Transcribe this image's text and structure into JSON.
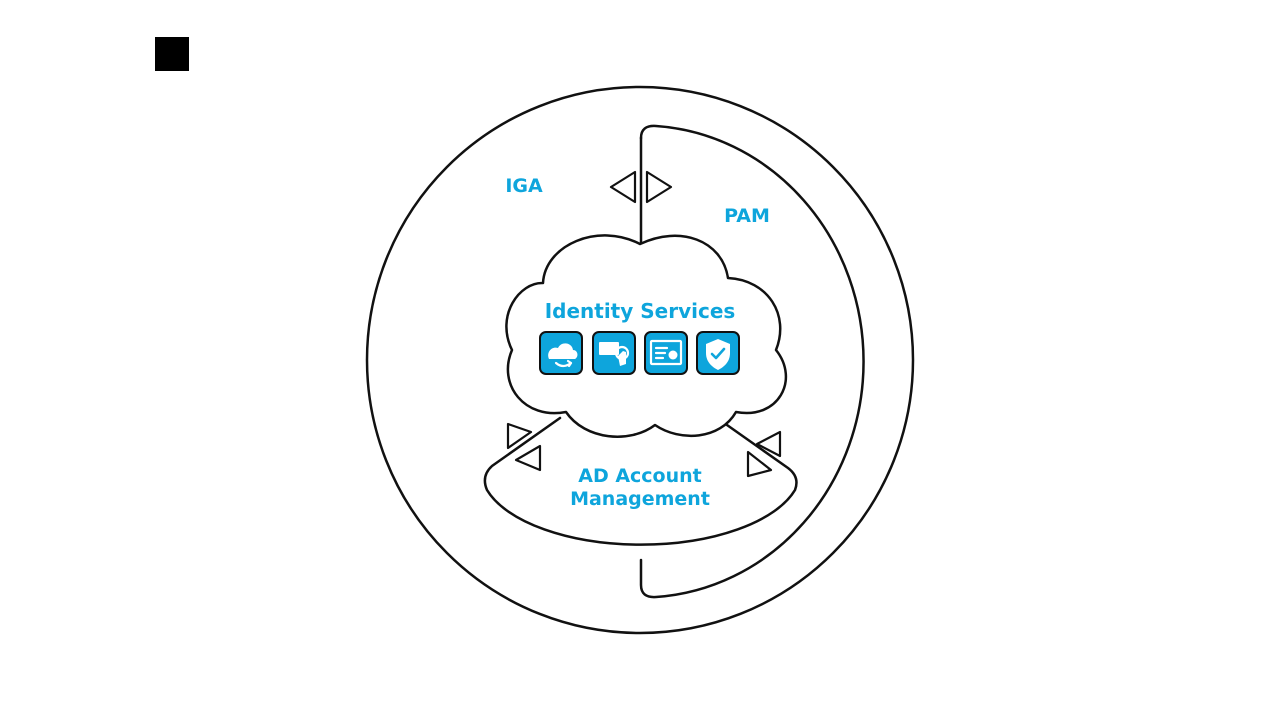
{
  "labels": {
    "iga": "IGA",
    "pam": "PAM",
    "center": "Identity Services",
    "ad_line1": "AD Account",
    "ad_line2": "Management"
  },
  "services": [
    {
      "icon": "cloud-sync-icon"
    },
    {
      "icon": "touch-screen-icon"
    },
    {
      "icon": "certificate-icon"
    },
    {
      "icon": "shield-check-icon"
    }
  ],
  "colors": {
    "accent": "#0ea5dc",
    "stroke": "#111111",
    "background": "#ffffff",
    "corner_square": "#000000"
  }
}
